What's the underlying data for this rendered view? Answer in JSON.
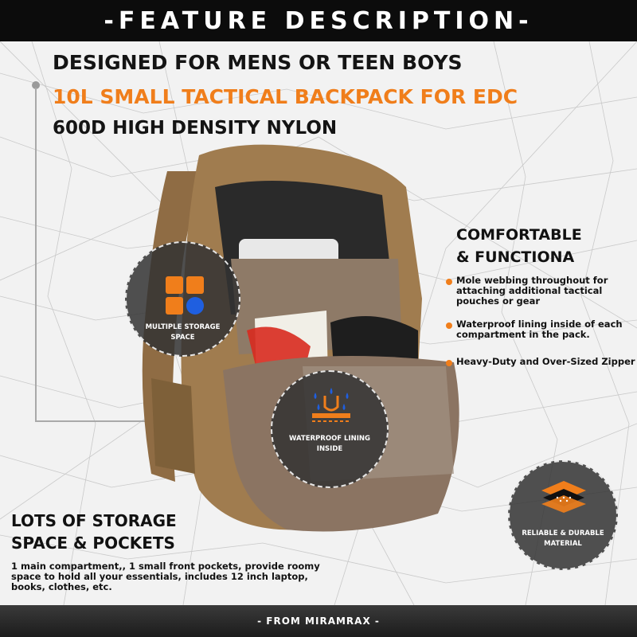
{
  "header": {
    "title": "-FEATURE DESCRIPTION-"
  },
  "headline": {
    "line1": "DESIGNED FOR MENS OR TEEN BOYS",
    "line2": "10L SMALL TACTICAL BACKPACK FOR EDC",
    "line3": "600D HIGH DENSITY NYLON"
  },
  "right_panel": {
    "title_line1": "COMFORTABLE",
    "title_line2": "& FUNCTIONA",
    "features": [
      "Mole webbing throughout for attaching additional tactical pouches or gear",
      "Waterproof lining inside of each compartment in the pack.",
      "Heavy-Duty and Over-Sized Zipper"
    ]
  },
  "badges": [
    {
      "label_line1": "MULTIPLE STORAGE",
      "label_line2": "SPACE",
      "icon": "multiple-storage-icon"
    },
    {
      "label_line1": "WATERPROOF LINING",
      "label_line2": "INSIDE",
      "icon": "waterproof-icon"
    },
    {
      "label_line1": "RELIABLE & DURABLE",
      "label_line2": "MATERIAL",
      "icon": "layered-material-icon"
    }
  ],
  "left_panel": {
    "title_line1": "LOTS OF STORAGE",
    "title_line2": "SPACE & POCKETS",
    "description": "1 main compartment,, 1 small front pockets, provide roomy space to hold all your essentials, includes 12 inch laptop, books, clothes, etc."
  },
  "footer": {
    "text": "- FROM MIRAMRAX -"
  },
  "colors": {
    "accent": "#f07e1b",
    "bag": "#a07c4f",
    "icon_blue": "#1f5fe0"
  }
}
